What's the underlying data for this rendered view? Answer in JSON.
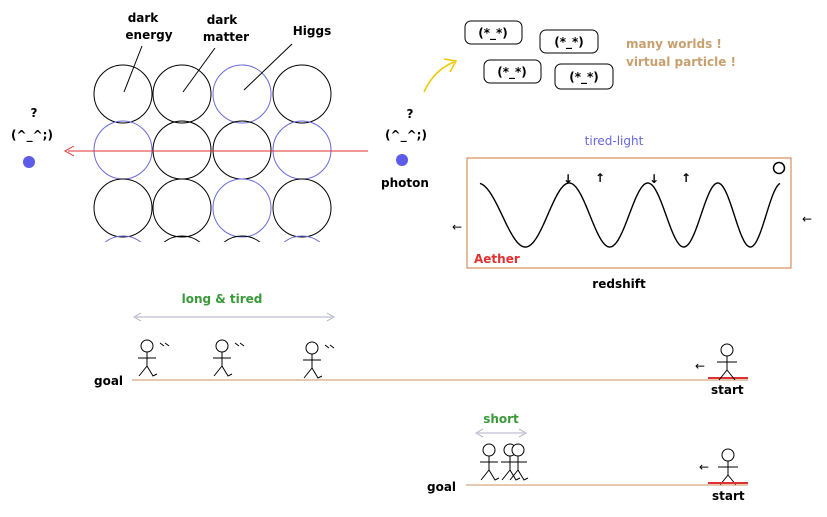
{
  "labels": {
    "dark_energy_1": "dark",
    "dark_energy_2": "energy",
    "dark_matter_1": "dark",
    "dark_matter_2": "matter",
    "higgs": "Higgs",
    "photon": "photon",
    "question_left": "?",
    "face_left": "(^_^;)",
    "question_right": "?",
    "face_right": "(^_^;)",
    "many_worlds": "many worlds !",
    "virtual_particle": "virtual particle !",
    "bubble_face": "(*_*)",
    "tired_light": "tired-light",
    "aether": "Aether",
    "redshift": "redshift",
    "long_tired": "long & tired",
    "short": "short",
    "goal": "goal",
    "start": "start",
    "arrow_left": "←",
    "arrow_down": "↓",
    "arrow_up": "↑"
  },
  "colors": {
    "blue_circle": "#6a6ad8",
    "red_line": "#e03030",
    "orange_box": "#cc7a3a",
    "aether_red": "#e03030",
    "tired_blue": "#6666e0",
    "green": "#3a9a3a",
    "tan": "#c8a070",
    "yellow": "#f0c800",
    "track": "#c89060"
  }
}
